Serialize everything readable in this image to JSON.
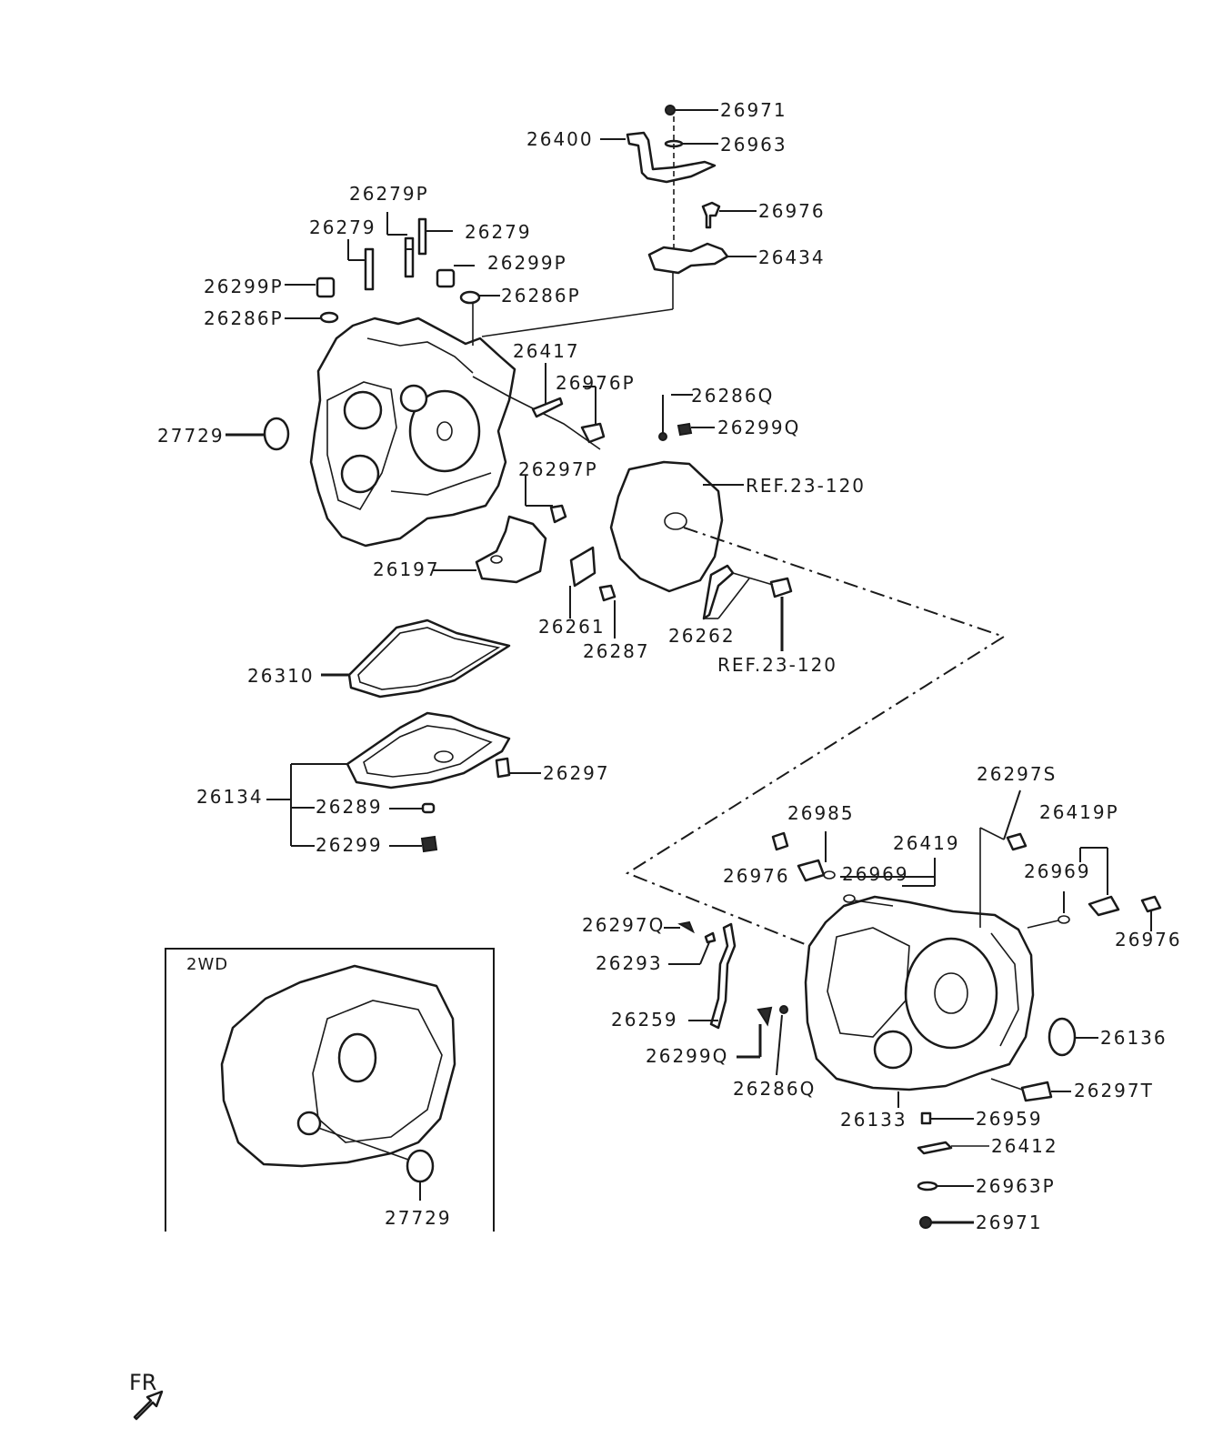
{
  "labels": {
    "p26971_top": "26971",
    "p26400": "26400",
    "p26963": "26963",
    "p26279P": "26279P",
    "p26976_top": "26976",
    "p26279_left": "26279",
    "p26279_right": "26279",
    "p26434": "26434",
    "p26299P_left": "26299P",
    "p26299P_right": "26299P",
    "p26286P_right": "26286P",
    "p26286P_left": "26286P",
    "p26417": "26417",
    "p26976P": "26976P",
    "p26286Q_top": "26286Q",
    "p26299Q_top": "26299Q",
    "p27729_top": "27729",
    "p26297P": "26297P",
    "ref_upper": "REF.23-120",
    "p26197": "26197",
    "p26261": "26261",
    "p26262": "26262",
    "p26287": "26287",
    "ref_lower": "REF.23-120",
    "p26310": "26310",
    "p26297": "26297",
    "p26134": "26134",
    "p26289": "26289",
    "p26299": "26299",
    "p26297S": "26297S",
    "p26985": "26985",
    "p26419P": "26419P",
    "p26419": "26419",
    "p26976_mid": "26976",
    "p26969_mid": "26969",
    "p26969_right": "26969",
    "p26297Q": "26297Q",
    "p26976_right": "26976",
    "p26293": "26293",
    "p26259": "26259",
    "p26299Q_bottom": "26299Q",
    "p26136": "26136",
    "p26286Q_bottom": "26286Q",
    "p26297T": "26297T",
    "p26133": "26133",
    "p26959": "26959",
    "p26412": "26412",
    "p26963P": "26963P",
    "p26971_bottom": "26971",
    "p27729_inset": "27729"
  },
  "inset": {
    "title": "2WD"
  },
  "direction": {
    "label": "FR"
  }
}
